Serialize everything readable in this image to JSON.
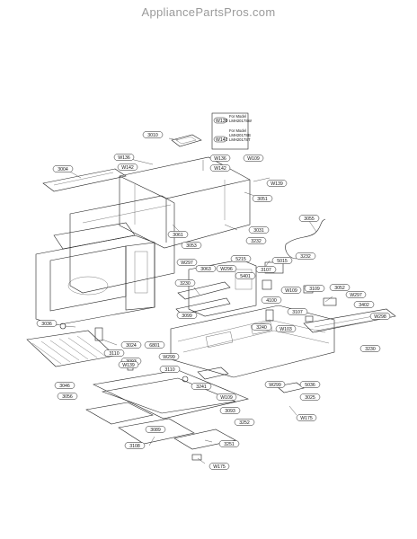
{
  "header": {
    "site": "AppliancePartsPros.com"
  },
  "notes": [
    {
      "code": "W139",
      "lines": [
        "For Model",
        "LMH2017SW"
      ]
    },
    {
      "code": "W142",
      "lines": [
        "For Model",
        "LMH2017SB",
        "LMH2017ST"
      ]
    }
  ],
  "callouts": [
    {
      "id": "c-3010",
      "label": "3010"
    },
    {
      "id": "c-w136",
      "label": "W136"
    },
    {
      "id": "c-w142a",
      "label": "W142"
    },
    {
      "id": "c-w136b",
      "label": "W136"
    },
    {
      "id": "c-w142b",
      "label": "W142"
    },
    {
      "id": "c-w109",
      "label": "W109"
    },
    {
      "id": "c-3004",
      "label": "3004"
    },
    {
      "id": "c-w139b",
      "label": "W139"
    },
    {
      "id": "c-3051",
      "label": "3051"
    },
    {
      "id": "c-3061",
      "label": "3061"
    },
    {
      "id": "c-3031",
      "label": "3031"
    },
    {
      "id": "c-3053a",
      "label": "3053"
    },
    {
      "id": "c-3232",
      "label": "3232"
    },
    {
      "id": "c-3055",
      "label": "3055"
    },
    {
      "id": "c-w297a",
      "label": "W297"
    },
    {
      "id": "c-5215",
      "label": "5215"
    },
    {
      "id": "c-5015",
      "label": "5015"
    },
    {
      "id": "c-3232b",
      "label": "3232"
    },
    {
      "id": "c-3063",
      "label": "3063"
    },
    {
      "id": "c-w296",
      "label": "W296"
    },
    {
      "id": "c-3107a",
      "label": "3107"
    },
    {
      "id": "c-3230",
      "label": "3230"
    },
    {
      "id": "c-5401",
      "label": "5401"
    },
    {
      "id": "c-w109b",
      "label": "W109"
    },
    {
      "id": "c-3109",
      "label": "3109"
    },
    {
      "id": "c-3052",
      "label": "3052"
    },
    {
      "id": "c-w297b",
      "label": "W297"
    },
    {
      "id": "c-3099",
      "label": "3099"
    },
    {
      "id": "c-4100",
      "label": "4100"
    },
    {
      "id": "c-3240",
      "label": "3240"
    },
    {
      "id": "c-3107b",
      "label": "3107"
    },
    {
      "id": "c-3402",
      "label": "3402"
    },
    {
      "id": "c-w298",
      "label": "W298"
    },
    {
      "id": "c-w103",
      "label": "W103"
    },
    {
      "id": "c-3036",
      "label": "3036"
    },
    {
      "id": "c-3024",
      "label": "3024"
    },
    {
      "id": "c-6801",
      "label": "6801"
    },
    {
      "id": "c-3110a",
      "label": "3110"
    },
    {
      "id": "c-w299",
      "label": "W299"
    },
    {
      "id": "c-3093a",
      "label": "3093"
    },
    {
      "id": "c-3230b",
      "label": "3230"
    },
    {
      "id": "c-w139c",
      "label": "W139"
    },
    {
      "id": "c-3110b",
      "label": "3110"
    },
    {
      "id": "c-3046",
      "label": "3046"
    },
    {
      "id": "c-3241",
      "label": "3241"
    },
    {
      "id": "c-w299b",
      "label": "W299"
    },
    {
      "id": "c-5036",
      "label": "5036"
    },
    {
      "id": "c-3056",
      "label": "3056"
    },
    {
      "id": "c-w109c",
      "label": "W109"
    },
    {
      "id": "c-3025",
      "label": "3025"
    },
    {
      "id": "c-3093b",
      "label": "3093"
    },
    {
      "id": "c-3252",
      "label": "3252"
    },
    {
      "id": "c-w175a",
      "label": "W175"
    },
    {
      "id": "c-3089",
      "label": "3089"
    },
    {
      "id": "c-3108",
      "label": "3108"
    },
    {
      "id": "c-3251",
      "label": "3251"
    },
    {
      "id": "c-w175b",
      "label": "W175"
    }
  ]
}
